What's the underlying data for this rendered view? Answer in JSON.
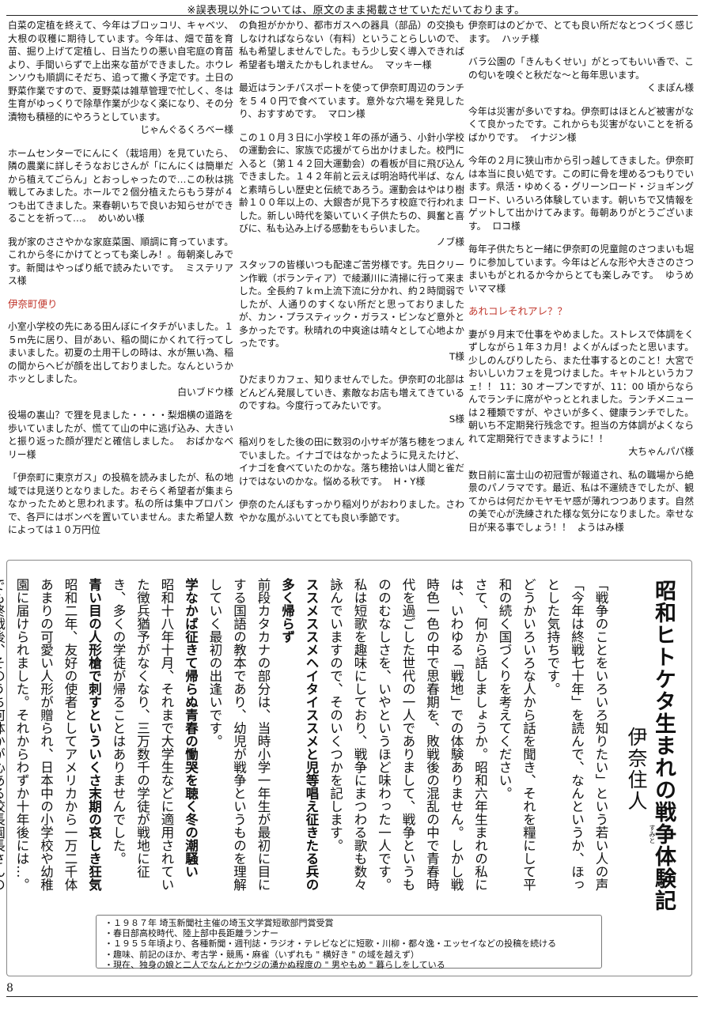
{
  "notice": "※誤表現以外については、原文のまま掲載させていただいております。",
  "columns": [
    [
      {
        "text": "白菜の定植を終えて、今年はブロッコリ、キャベツ、大根の収穫に期待しています。今年は、畑で苗を育苗、掘り上げて定植し、日当たりの悪い自宅庭の育苗より、手間いらずで上出来な苗ができました。ホウレンソウも順調にそだち、追って撒く予定です。土日の野菜作業ですので、夏野菜は雑草管理で忙しく、冬は生育がゆっくりで除草作業が少なく楽になり、その分漬物も積極的にやろうとしています。",
        "sig": "じゃんぐるくろべー様"
      },
      {
        "text": "ホームセンターでにんにく（栽培用）を見ていたら、隣の農業に詳しそうなおじさんが「にんにくは簡単だから植えてごらん」とおっしゃったので…この秋は挑戦してみました。ホールで２個分植えたらもう芽が４つも出てきました。来春朝いちで良いお知らせができることを祈って…。",
        "sig_inline": "めいめい様"
      },
      {
        "text": "我が家のささやかな家庭菜園、順調に育っています。これから冬にかけてとっても楽しみ！。毎朝楽しみです。新聞はやっぱり紙で読みたいです。",
        "sig_inline": "ミステリアス様"
      },
      {
        "heading": "伊奈町便り"
      },
      {
        "text": "小室小学校の先にある田んぼにイタチがいました。１５ｍ先に居り、目があい、稲の間にかくれて行ってしまいました。初夏の土用干しの時は、水が無い為、稲の間からヘビが顔を出しておりました。なんというかホッとしました。",
        "sig": "白いブドウ様"
      },
      {
        "text": "役場の裏山？で狸を見ました・・・・梨畑横の道路を歩いていましたが、慌てて山の中に逃げ込み、大きいと振り返った顔が狸だと確信しました。",
        "sig_inline": "おばかなベリー様"
      },
      {
        "text": "「伊奈町に東京ガス」の投稿を読みましたが、私の地域では見送りとなりました。おそらく希望者が集まらなかったためと思われます。私の所は集中プロパンで、各戸にはボンベを置いていません。また希望人数によっては１０万円位"
      }
    ],
    [
      {
        "text": "の負担がかかり、都市ガスへの器具（部品）の交換もしなければならない（有料）ということらしいので、私も希望しませんでした。もう少し安く導入できれば希望者も増えたかもしれません。",
        "sig_inline": "マッキー様"
      },
      {
        "text": "最近はランチパスポートを使って伊奈町周辺のランチを５４０円で食べています。意外な穴場を発見したり、おすすめです。",
        "sig_inline": "マロン様"
      },
      {
        "text": "この１０月３日に小学校１年の孫が通う、小針小学校の運動会に、家族で応援がてら出かけました。校門に入ると（第１４２回大運動会）の看板が目に飛び込んできました。１４２年前と云えば明治時代半ば、なんと素晴らしい歴史と伝統であろう。運動会はやはり樹齢１００年以上の、大銀杏が見下ろす校庭で行われました。新しい時代を築いていく子供たちの、興奮と喜びに、私も込み上げる感動をもらいました。",
        "sig": "ノブ様"
      },
      {
        "text": "スタッフの皆様いつも配達ご苦労様です。先日クリーン作戦（ボランティア）で綾瀬川に清掃に行って来ました。全長約７ｋｍ上流下流に分かれ、約２時間弱でしたが、人通りのすくない所だと思っておりましたが、カン・プラスティック・ガラス・ビンなど意外と多かったです。秋晴れの中爽途は晴々として心地よかったです。",
        "sig": "T様"
      },
      {
        "text": "ひだまりカフェ、知りませんでした。伊奈町の北部はどんどん発展していき、素敵なお店も増えてきているのですね。今度行ってみたいです。",
        "sig": "S様"
      },
      {
        "text": "稲刈りをした後の田に数羽の小サギが落ち穂をつまんでいました。イナゴではなかったように見えたけど、イナゴを食べていたのかな。落ち穂拾いは人間と雀だけではないのかな。悩める秋です。",
        "sig_inline": "H・Y様"
      },
      {
        "text": "伊奈のたんぼもすっかり稲刈りがおわりました。さわやかな風がふいてとても良い季節です。"
      }
    ],
    [
      {
        "text": "伊奈町はのどかで、とても良い所だなとつくづく感じます。",
        "sig_inline": "ハッチ様"
      },
      {
        "text": "バラ公園の「きんもくせい」がとってもいい香で、この匂いを嗅ぐと秋だな〜と毎年思います。",
        "sig": "くまぽん様"
      },
      {
        "text": "今年は災害が多いですね。伊奈町はほとんど被害がなくて良かったです。これからも災害がないことを祈るばかりです。",
        "sig_inline": "イナジン様"
      },
      {
        "text": "今年の２月に狭山市から引っ越してきました。伊奈町は本当に良い処です。この町に骨を埋めるつもりでいます。県活・ゆめくる・グリーンロード・ジョギングロード、いろいろ体験しています。朝いちで又情報をゲットして出かけてみます。毎朝ありがとうございます。",
        "sig_inline": "ロコ様"
      },
      {
        "text": "毎年子供たちと一緒に伊奈町の児童館のさつまいも堀りに参加しています。今年はどんな形や大きさのさつまいもがとれるか今からとても楽しみです。",
        "sig_inline": "ゆうめいママ様"
      },
      {
        "heading": "あれコレそれアレ？？"
      },
      {
        "text": "妻が９月末で仕事をやめました。ストレスで体調をくずしながら１年３カ月！よくがんばったと思います。少しのんびりしたら、また仕事するとのこと！大宮でおいしいカフェを見つけました。キャトルというカフェ！！ 11：30 オープンですが、11：00 頃からならんでランチに席がやっととれました。ランチメニューは２種類ですが、やさいが多く、健康ランチでした。朝いち不定期発行残念です。担当の方体調がよくなられて定期発行できますように！！",
        "sig": "大ちゃんパパ様"
      },
      {
        "text": "数日前に富士山の初冠雪が報道され、私の職場から絶景のパノラマです。最近、私は不運続きでしたが、観てからは何だかモヤモヤ感が薄れつつあります。自然の美で心が洗練された様な気分になりました。幸せな日が来る事でしょう！！",
        "sig_inline": "ようはみ様"
      }
    ]
  ],
  "essay": {
    "title": "昭和ヒトケタ生まれの戦争体験記",
    "author": "伊奈住人",
    "author_ruby": "すみと",
    "paragraphs": [
      {
        "text": "「戦争のことをいろいろ知りたい」という若い人の声「今年は終戦七十年」を読んで、なんというか、ほっとした気持ちです。"
      },
      {
        "text": "どうかいろいろな人から話を聞き、それを糧にして平和の続く国づくりを考えてください。"
      },
      {
        "text": "さて、何から話しましょうか。昭和六年生まれの私には、いわゆる「戦地」での体験ありません。しかし戦時色一色の中で思春期を、敗戦後の混乱の中で青春時代を過ごした世代の一人でありまして、戦争というもののむなしさを、いやというほど味わった一人です。"
      },
      {
        "text": "私は短歌を趣味にしており、戦争にまつわる歌も数々詠んでいますので、そのいくつかを記します。"
      },
      {
        "text": "ススメススメヘイタイススメと児等唱え征きたる兵の多く帰らず",
        "bold": true
      },
      {
        "text": "前段カタカナの部分は、当時小学一年生が最初に目にする国語の教本であり、幼児が戦争というものを理解していく最初の出逢いです。"
      },
      {
        "text": "学なかば征きて帰らぬ青春の慟哭を聴く冬の潮騒い",
        "bold": true
      },
      {
        "text": "昭和十八年十月、それまで大学生などに適用されていた徴兵猶予がなくなり、三万数千の学徒が戦地に征き、多くの学徒が帰ることはありませんでした。"
      },
      {
        "text": "青い目の人形槍で刺すといういくさ末期の哀しき狂気",
        "bold": true
      },
      {
        "text": "昭和二年、友好の使者としてアメリカから一万二千体あまりの可愛い人形が贈られ、日本中の小学校や幼稚園に届けられました。それからわずか十年後には…。"
      },
      {
        "text": "でも終戦後、そのうち何体かが心ある校長園長さんの職を賭して、いや当時の国情を考えると命を賭しての決断によって、極秘裡に大切に保管されていたことがわかり、多くの人々の感動を呼びました。"
      }
    ],
    "bio": [
      "１９８７年 埼玉新聞社主催の埼玉文学賞短歌部門賞受賞",
      "春日部高校時代、陸上部中長距離ランナー",
      "１９５５年頃より、各種新聞・週刊誌・ラジオ・テレビなどに短歌・川柳・都々逸・エッセイなどの投稿を続ける",
      "趣味、前記のほか、考古学・競馬・麻雀（いずれも \" 横好き \" の域を越えず）",
      "現在、独身の娘と二人でなんとかウジの湧かぬ程度の \" 男やもめ \" 暮らしをしている"
    ]
  },
  "page_number": "8"
}
